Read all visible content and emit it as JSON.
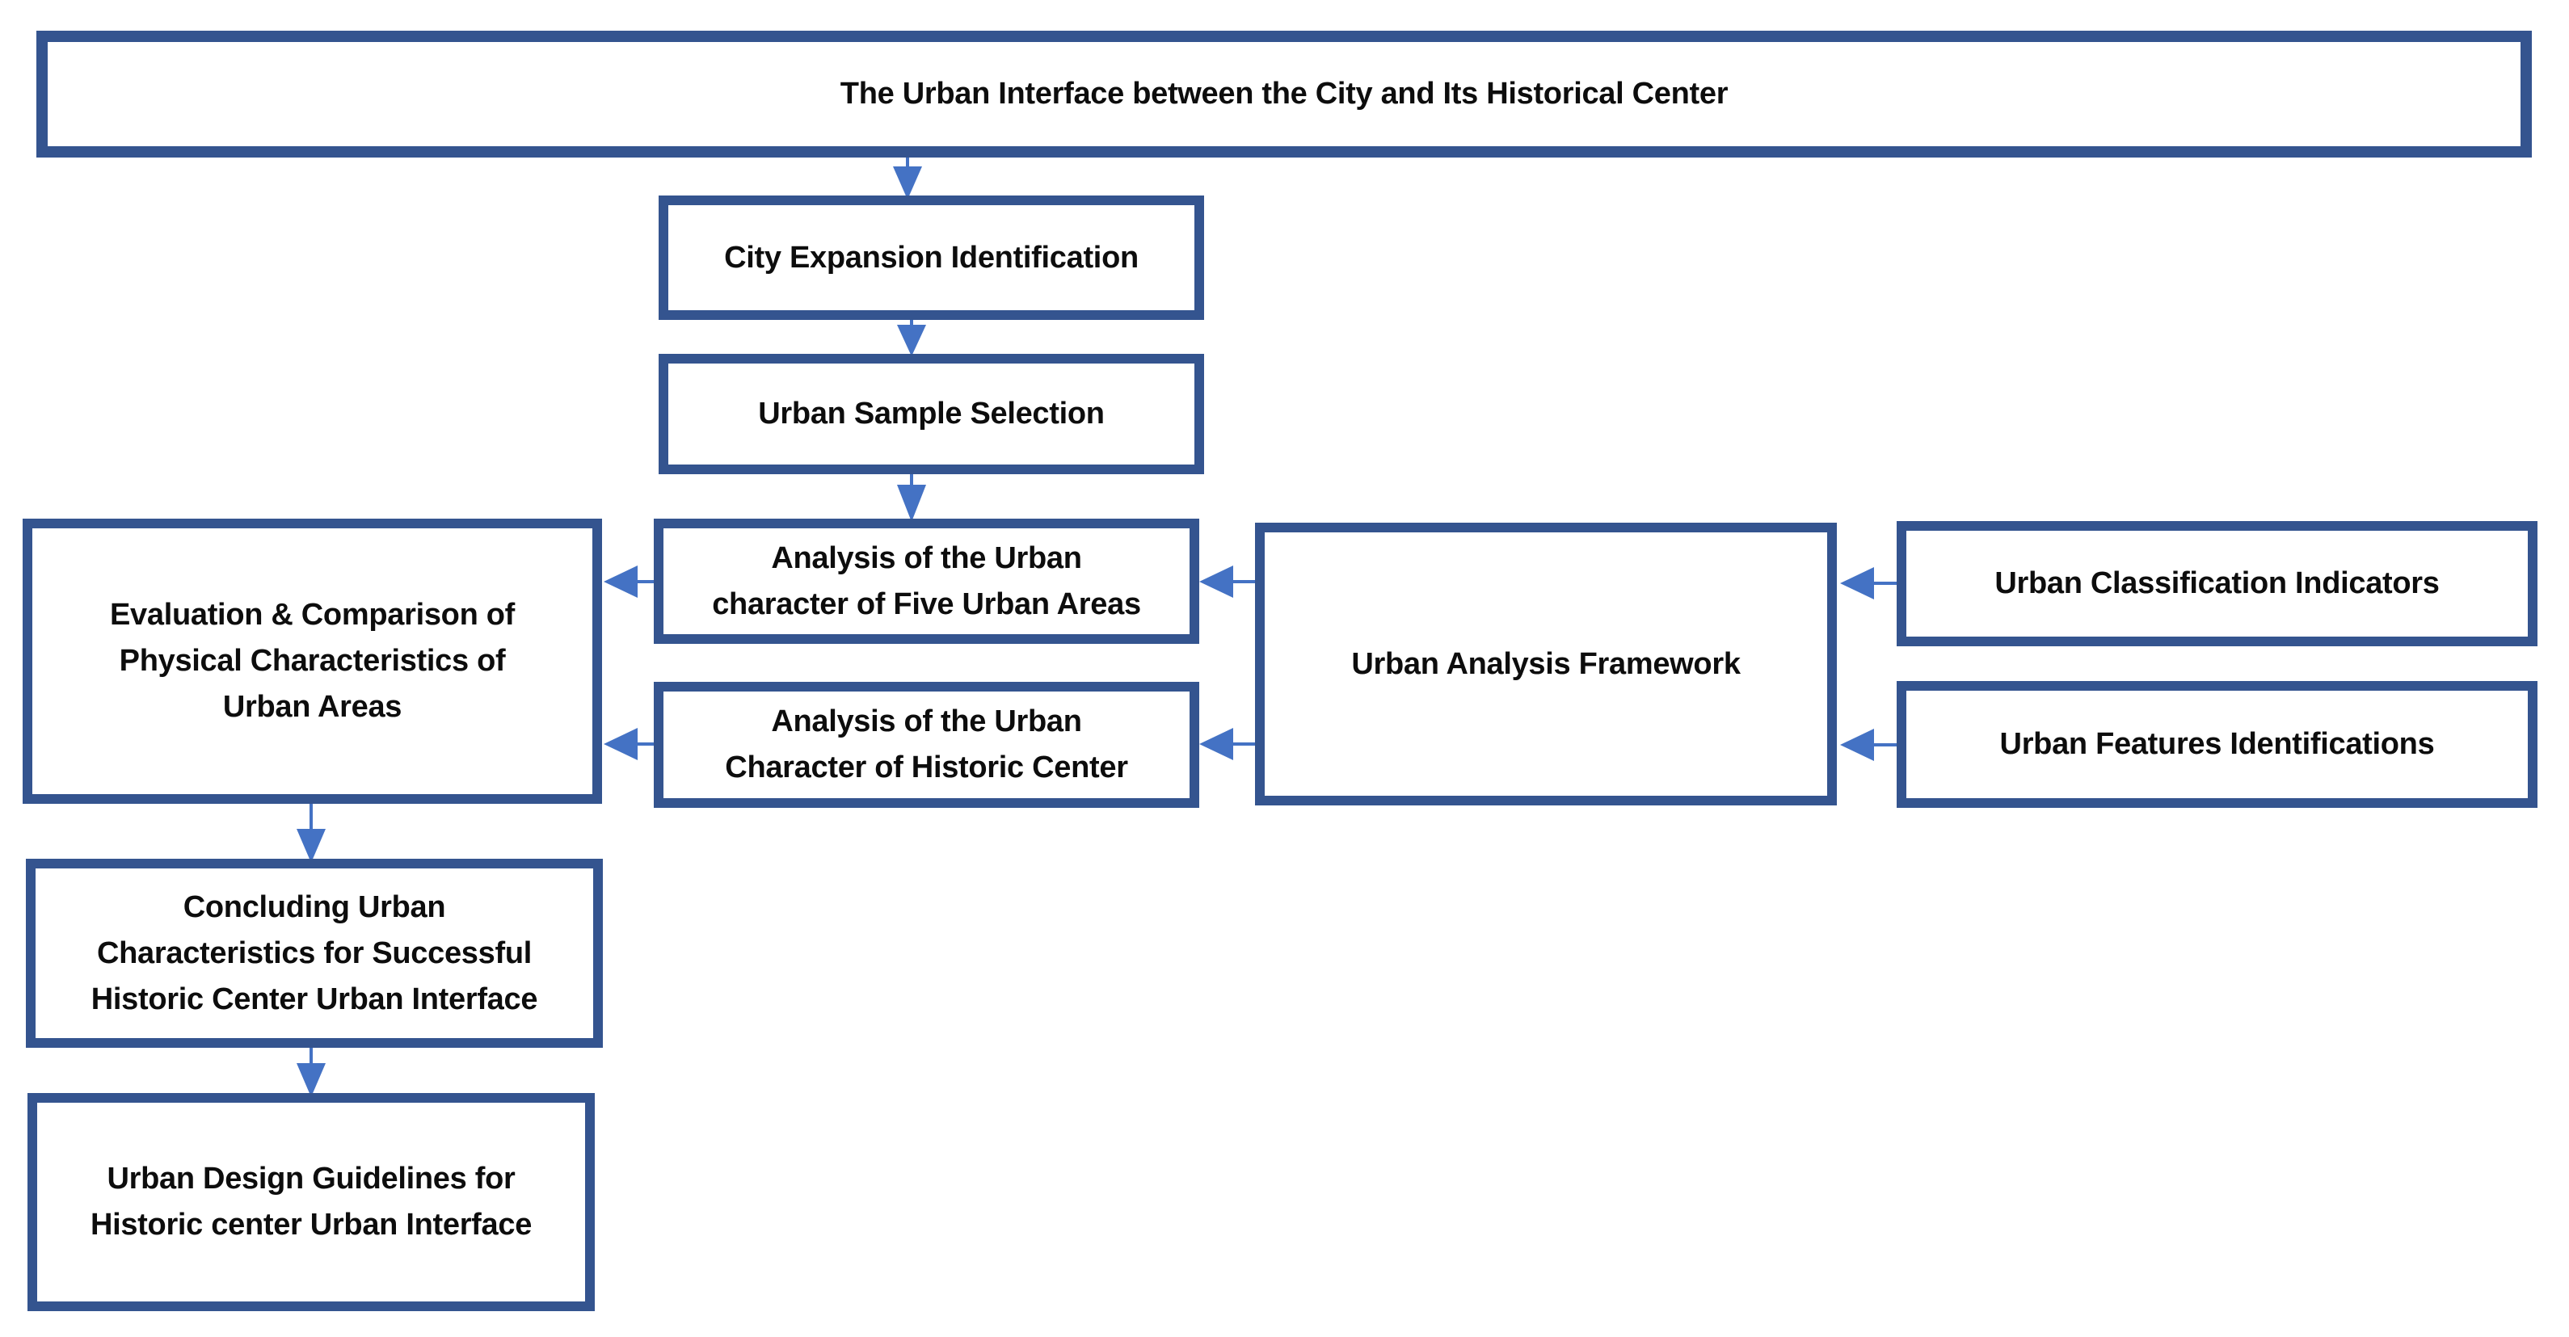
{
  "colors": {
    "background": "#FFFFFF",
    "box_fill": "#FFFFFF",
    "box_border": "#34548F",
    "arrow": "#4472C4",
    "text": "#0D0D0D"
  },
  "nodes": {
    "title": {
      "label": "The Urban Interface between the City and Its Historical Center"
    },
    "city_expansion": {
      "label": "City Expansion Identification"
    },
    "urban_sample": {
      "label": "Urban Sample Selection"
    },
    "analysis_five": {
      "label": "Analysis of the Urban character of Five Urban Areas"
    },
    "analysis_historic": {
      "label": "Analysis of the Urban Character of Historic Center"
    },
    "evaluation": {
      "label": "Evaluation & Comparison of Physical Characteristics of Urban Areas"
    },
    "framework": {
      "label": "Urban Analysis Framework"
    },
    "indicators": {
      "label": "Urban Classification Indicators"
    },
    "features": {
      "label": "Urban Features Identifications"
    },
    "concluding": {
      "label": "Concluding Urban Characteristics for Successful Historic Center Urban Interface"
    },
    "guidelines": {
      "label": "Urban Design Guidelines for Historic center Urban Interface"
    }
  },
  "edges": [
    {
      "from": "title",
      "to": "city_expansion"
    },
    {
      "from": "city_expansion",
      "to": "urban_sample"
    },
    {
      "from": "urban_sample",
      "to": "analysis_five"
    },
    {
      "from": "framework",
      "to": "analysis_five"
    },
    {
      "from": "framework",
      "to": "analysis_historic"
    },
    {
      "from": "indicators",
      "to": "framework"
    },
    {
      "from": "features",
      "to": "framework"
    },
    {
      "from": "analysis_five",
      "to": "evaluation"
    },
    {
      "from": "analysis_historic",
      "to": "evaluation"
    },
    {
      "from": "evaluation",
      "to": "concluding"
    },
    {
      "from": "concluding",
      "to": "guidelines"
    }
  ]
}
